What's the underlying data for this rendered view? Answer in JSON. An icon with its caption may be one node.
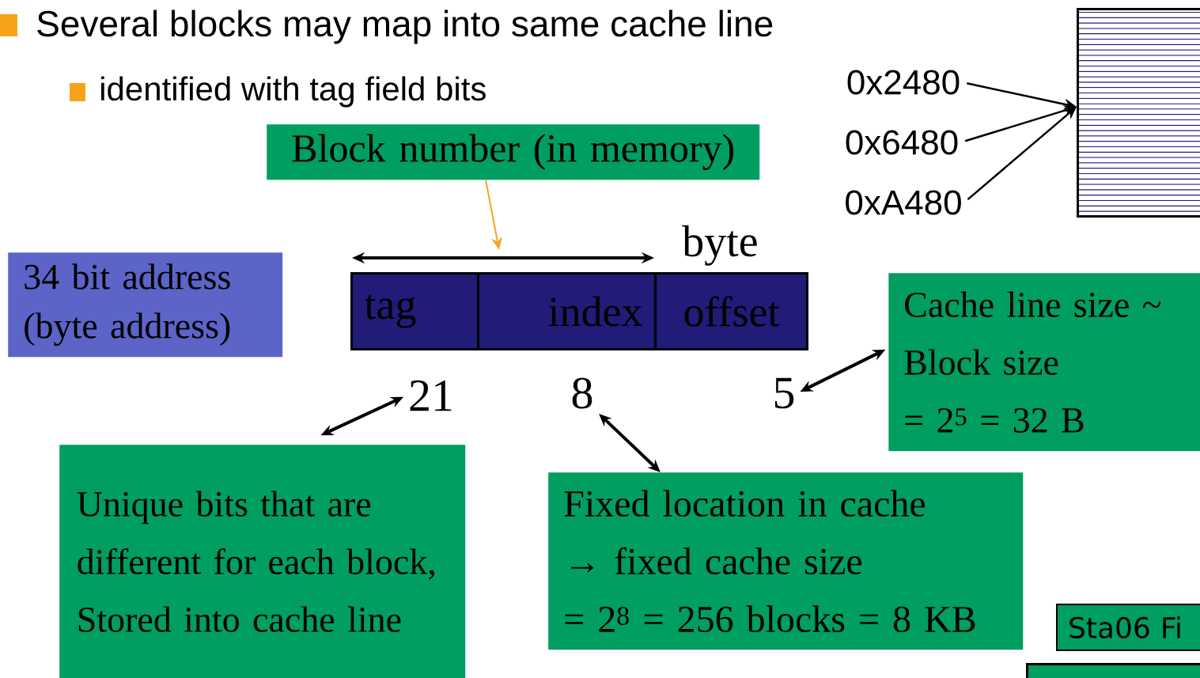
{
  "diagram": {
    "nodes": [
      {
        "text": [
          "Block number (in memory)"
        ]
      },
      {
        "text": [
          "34 bit address (byte address)"
        ]
      },
      {
        "text": [
          "tag"
        ]
      },
      {
        "text": [
          "index"
        ]
      },
      {
        "text": [
          "offset"
        ]
      },
      {
        "text": [
          "21"
        ]
      },
      {
        "text": [
          "8"
        ]
      },
      {
        "text": [
          "5"
        ]
      },
      {
        "text": [
          "Unique bits that are different for each block, Stored into cache line"
        ]
      },
      {
        "text": [
          "Fixed location in cache",
          "→ fixed cache size",
          "= 2$^{8}$  = 256 blocks = 8 KB"
        ]
      },
      {
        "text": [
          "Cache line size ~",
          "Block size",
          "= 2$^{5}$ = 32 B"
        ]
      },
      {
        "text": [
          "0x2480"
        ]
      },
      {
        "text": [
          "0x6480"
        ]
      },
      {
        "text": [
          "0xA480"
        ]
      },
      {
        "text": [],
        "shape": "box"
      },
      {
        "text": [
          "Sta06 Fi"
        ]
      },
      {
        "text": [],
        "shape": "box"
      }
    ],
    "edges": [
      {
        "from": 0,
        "to": null,
        "arrow": "to",
        "color": "#f5a623"
      },
      {
        "from": 8,
        "to": 5,
        "arrow": "both"
      },
      {
        "from": 9,
        "to": 6,
        "arrow": "both"
      },
      {
        "from": 10,
        "to": 7,
        "arrow": "both"
      },
      {
        "from": 11,
        "to": 14,
        "arrow": "to"
      },
      {
        "from": 12,
        "to": 14,
        "arrow": "to"
      },
      {
        "from": 13,
        "to": 14,
        "arrow": "to"
      }
    ],
    "labels": [
      "Several blocks may map into same cache line",
      "identified with tag field bits",
      "byte"
    ]
  }
}
